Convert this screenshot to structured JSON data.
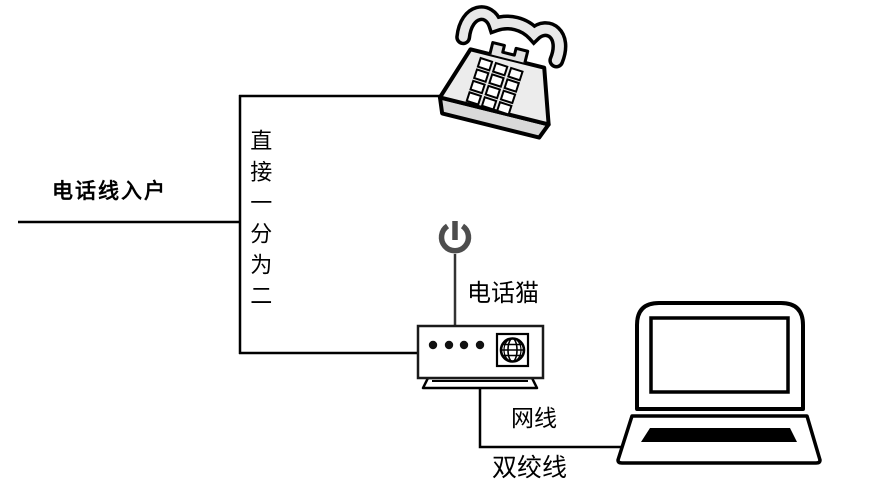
{
  "diagram": {
    "title": "telephone-line-splitter-wiring-diagram",
    "labels": {
      "incoming_line": "电话线入户",
      "splitter": "直接一分为二",
      "modem": "电话猫",
      "cable_net": "网线",
      "cable_twisted_pair": "双绞线"
    },
    "nodes": [
      {
        "name": "telephone",
        "icon": "telephone-icon"
      },
      {
        "name": "modem",
        "icon": "modem-icon",
        "label": "电话猫",
        "details": [
          "power-icon",
          "led-lights",
          "globe-port-icon"
        ]
      },
      {
        "name": "laptop",
        "icon": "laptop-icon"
      }
    ],
    "connections": [
      {
        "from": "wall",
        "to": "splitter",
        "label": "电话线入户"
      },
      {
        "from": "splitter",
        "to": "telephone",
        "label": "直接一分为二"
      },
      {
        "from": "splitter",
        "to": "modem",
        "label": "直接一分为二"
      },
      {
        "from": "modem",
        "to": "laptop",
        "label": "网线 / 双绞线"
      }
    ],
    "colors": {
      "line": "#000000",
      "power_icon": "#4d4d4d",
      "device_fill": "#ebebeb",
      "device_fill_dark": "#d6d6d6",
      "keyboard": "#000000",
      "background": "#ffffff"
    }
  }
}
